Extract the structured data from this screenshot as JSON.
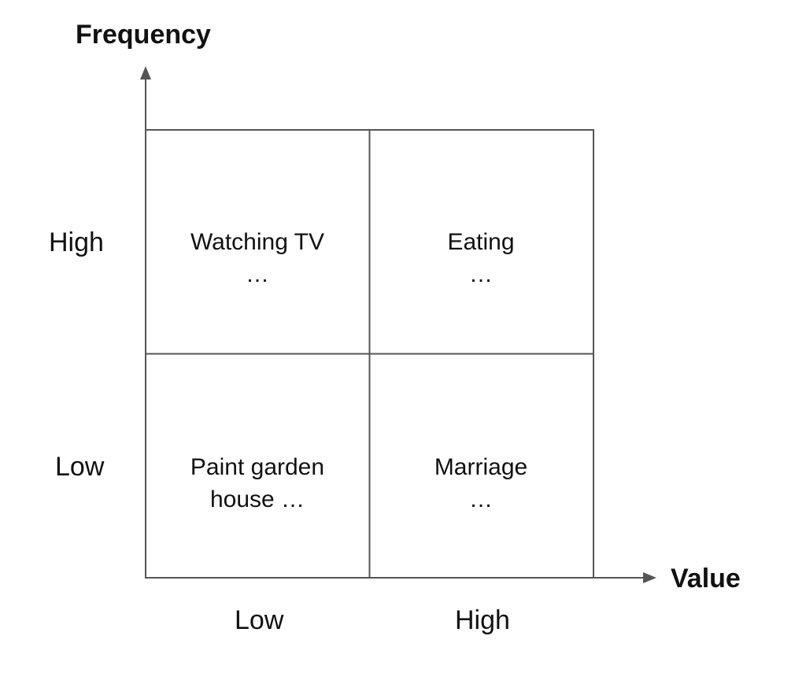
{
  "y_axis": {
    "title": "Frequency",
    "ticks": [
      "High",
      "Low"
    ]
  },
  "x_axis": {
    "title": "Value",
    "ticks": [
      "Low",
      "High"
    ]
  },
  "quadrants": {
    "high_frequency_low_value": {
      "line1": "Watching TV",
      "line2": "…"
    },
    "high_frequency_high_value": {
      "line1": "Eating",
      "line2": "…"
    },
    "low_frequency_low_value": {
      "line1": "Paint garden",
      "line2": "house …"
    },
    "low_frequency_high_value": {
      "line1": "Marriage",
      "line2": "…"
    }
  },
  "colors": {
    "lines": "#555555",
    "text": "#111111"
  }
}
